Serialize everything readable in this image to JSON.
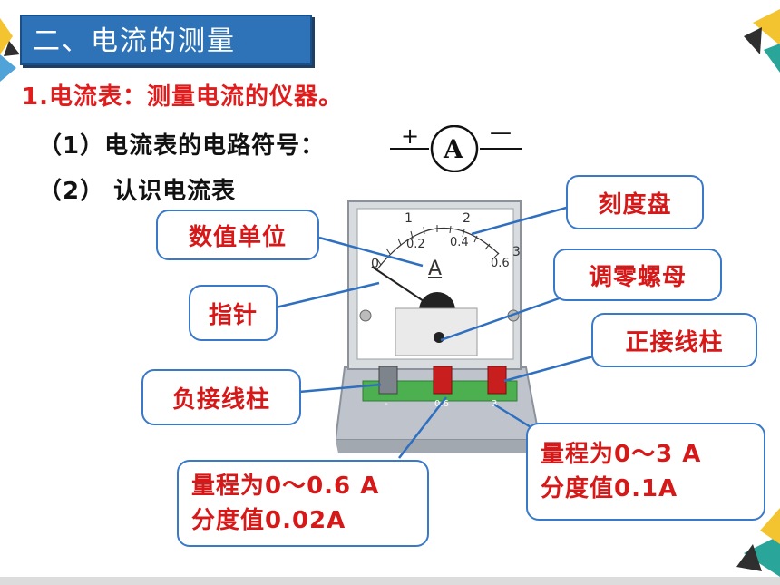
{
  "title": "二、电流的测量",
  "heading1": "1.电流表：测量电流的仪器。",
  "heading2": "（1）电流表的电路符号：",
  "symbol": {
    "plus": "+",
    "letter": "A",
    "minus": "—"
  },
  "heading3": "（2） 认识电流表",
  "meter": {
    "unit": "A",
    "scale_top": [
      "0",
      "1",
      "2",
      "3"
    ],
    "scale_bottom": [
      "0.2",
      "0.4",
      "0.6"
    ],
    "terminal_labels": [
      "-",
      "0.6",
      "3"
    ]
  },
  "callouts": {
    "scale_dial": "刻度盘",
    "unit": "数值单位",
    "zero_adjust": "调零螺母",
    "pointer": "指针",
    "positive_terminal": "正接线柱",
    "negative_terminal": "负接线柱",
    "range_small_line1": "量程为0～0.6 A",
    "range_small_line2": "分度值0.02A",
    "range_large_line1": "量程为0～3 A",
    "range_large_line2": "分度值0.1A"
  }
}
